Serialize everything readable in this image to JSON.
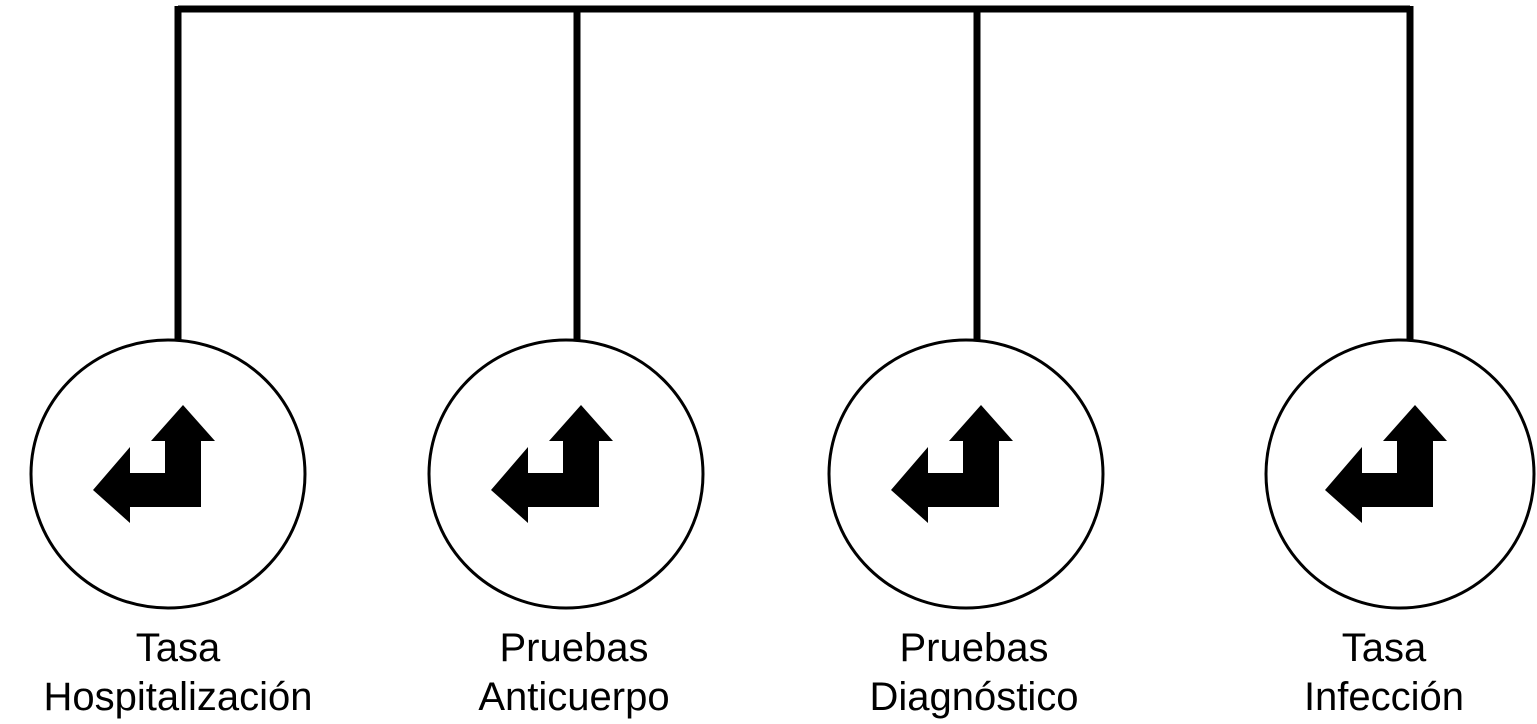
{
  "diagram": {
    "stroke_color": "#000000",
    "background_color": "#ffffff",
    "nodes": [
      {
        "icon": "turn-up-arrow-icon",
        "label_line1": "Tasa",
        "label_line2": "Hospitalización"
      },
      {
        "icon": "turn-up-arrow-icon",
        "label_line1": "Pruebas",
        "label_line2": "Anticuerpo"
      },
      {
        "icon": "turn-up-arrow-icon",
        "label_line1": "Pruebas",
        "label_line2": "Diagnóstico"
      },
      {
        "icon": "turn-up-arrow-icon",
        "label_line1": "Tasa",
        "label_line2": "Infección"
      }
    ]
  }
}
